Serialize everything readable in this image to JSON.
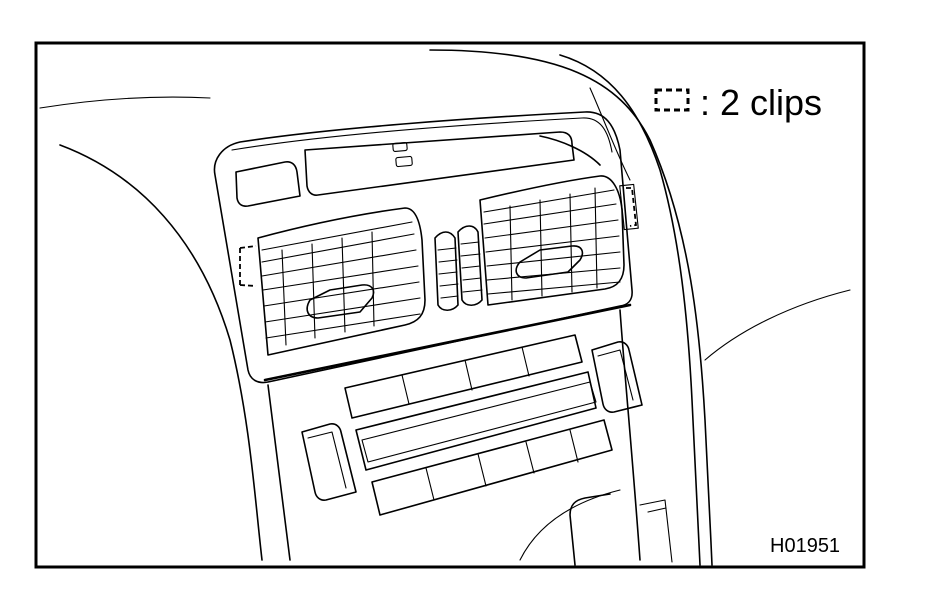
{
  "legend": {
    "symbol_icon": "dashed-rectangle-clip-marker",
    "text": ": 2 clips"
  },
  "figure_code": "H01951",
  "colors": {
    "line": "#000000",
    "background": "#ffffff"
  }
}
